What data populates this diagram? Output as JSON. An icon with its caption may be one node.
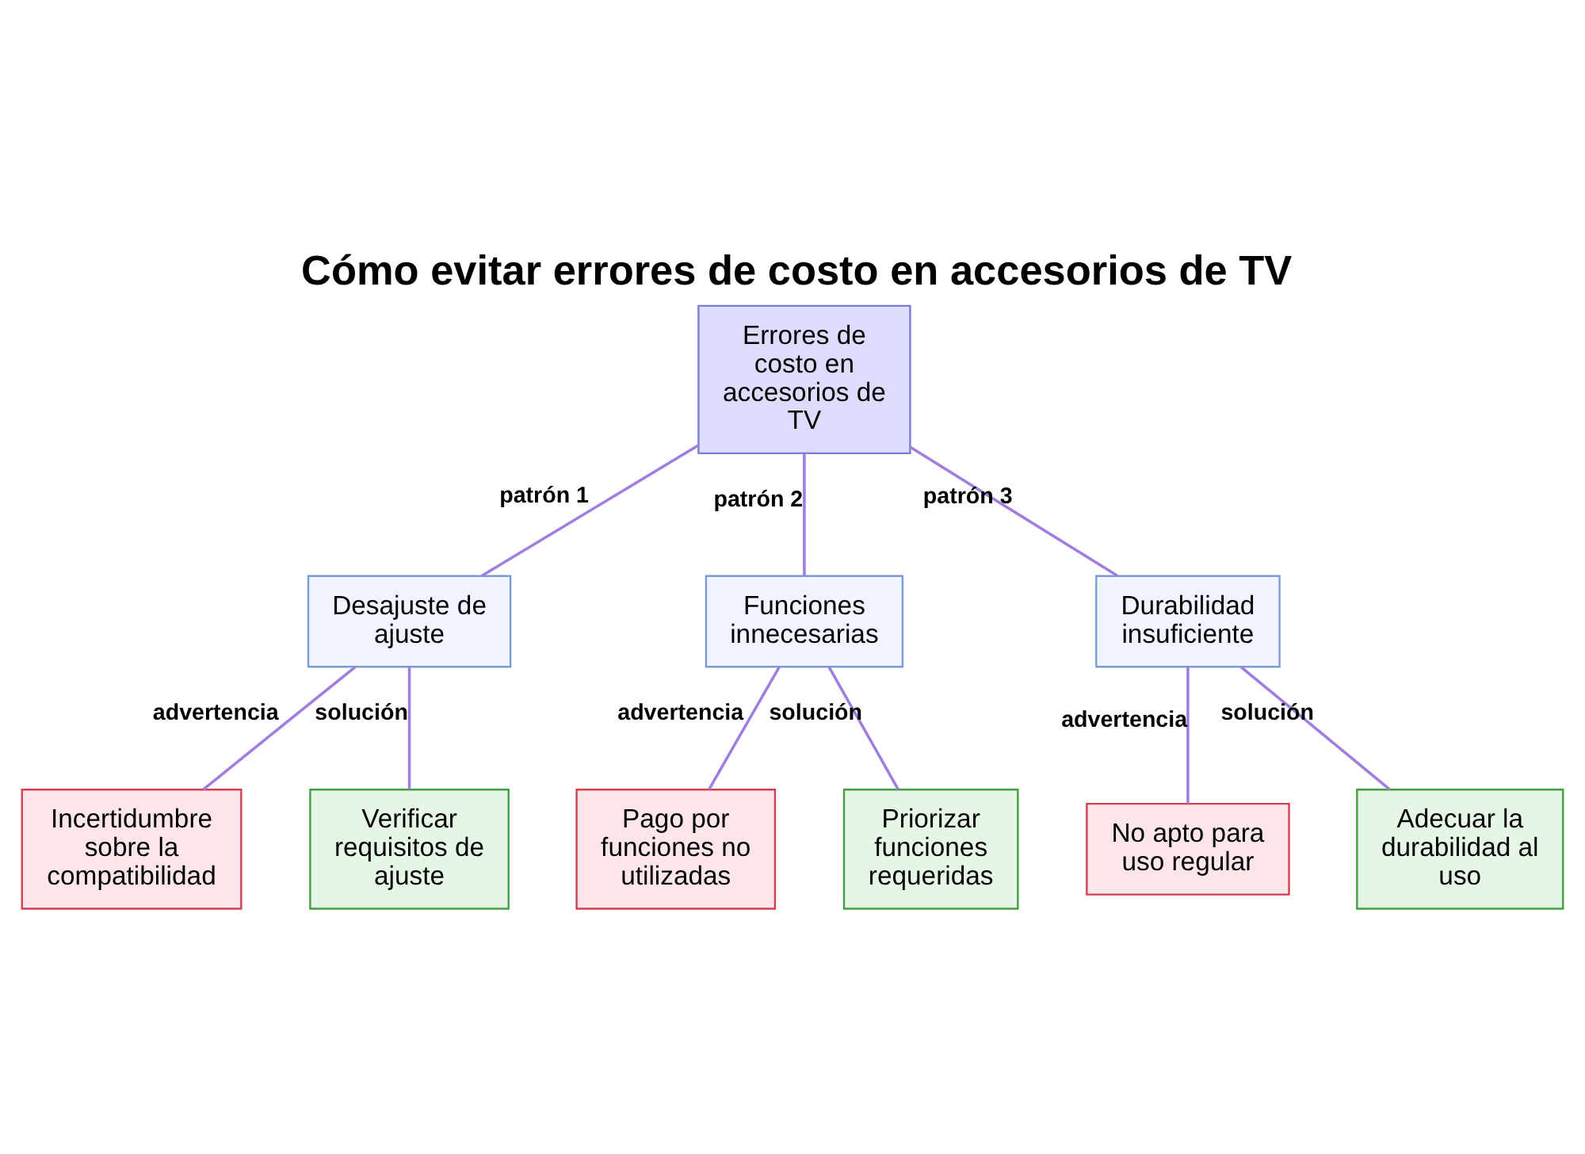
{
  "diagram": {
    "title": "Cómo evitar errores de costo en accesorios de TV",
    "nodes": [
      {
        "text": [
          "Errores de costo en accesorios de TV"
        ]
      },
      {
        "text": [
          "Desajuste de ajuste"
        ]
      },
      {
        "text": [
          "Funciones innecesarias"
        ]
      },
      {
        "text": [
          "Durabilidad insuficiente"
        ]
      },
      {
        "text": [
          "Incertidumbre sobre la compatibilidad"
        ]
      },
      {
        "text": [
          "Verificar requisitos de ajuste"
        ]
      },
      {
        "text": [
          "Pago por funciones no utilizadas"
        ]
      },
      {
        "text": [
          "Priorizar funciones requeridas"
        ]
      },
      {
        "text": [
          "No apto para uso regular"
        ]
      },
      {
        "text": [
          "Adecuar la durabilidad al uso"
        ]
      }
    ],
    "edges": [
      {
        "from": 0,
        "to": 1,
        "arrow": "none",
        "label": "patrón 1"
      },
      {
        "from": 0,
        "to": 2,
        "arrow": "none",
        "label": "patrón 2"
      },
      {
        "from": 0,
        "to": 3,
        "arrow": "none",
        "label": "patrón 3"
      },
      {
        "from": 1,
        "to": 4,
        "arrow": "none",
        "label": "advertencia"
      },
      {
        "from": 1,
        "to": 5,
        "arrow": "none",
        "label": "solución"
      },
      {
        "from": 2,
        "to": 6,
        "arrow": "none",
        "label": "advertencia"
      },
      {
        "from": 2,
        "to": 7,
        "arrow": "none",
        "label": "solución"
      },
      {
        "from": 3,
        "to": 8,
        "arrow": "none",
        "label": "advertencia"
      },
      {
        "from": 3,
        "to": 9,
        "arrow": "none",
        "label": "solución"
      }
    ]
  }
}
